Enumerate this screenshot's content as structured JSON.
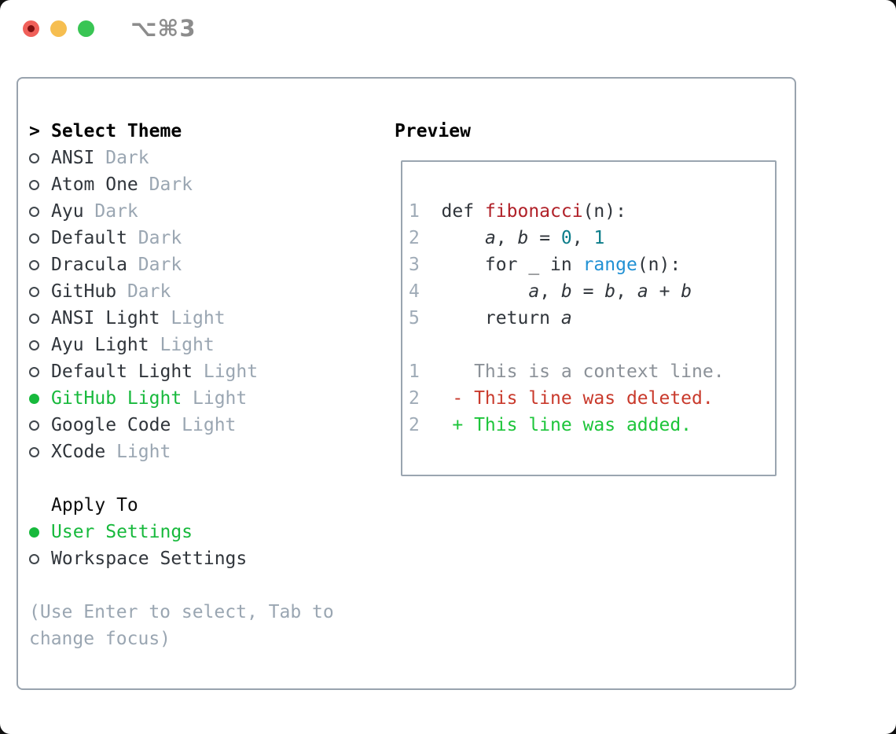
{
  "window": {
    "title": "⌥⌘3"
  },
  "theme_picker": {
    "heading_prefix": ">",
    "heading": "Select Theme",
    "items": [
      {
        "name": "ANSI",
        "variant": "Dark",
        "selected": false
      },
      {
        "name": "Atom One",
        "variant": "Dark",
        "selected": false
      },
      {
        "name": "Ayu",
        "variant": "Dark",
        "selected": false
      },
      {
        "name": "Default",
        "variant": "Dark",
        "selected": false
      },
      {
        "name": "Dracula",
        "variant": "Dark",
        "selected": false
      },
      {
        "name": "GitHub",
        "variant": "Dark",
        "selected": false
      },
      {
        "name": "ANSI Light",
        "variant": "Light",
        "selected": false
      },
      {
        "name": "Ayu Light",
        "variant": "Light",
        "selected": false
      },
      {
        "name": "Default Light",
        "variant": "Light",
        "selected": false
      },
      {
        "name": "GitHub Light",
        "variant": "Light",
        "selected": true
      },
      {
        "name": "Google Code",
        "variant": "Light",
        "selected": false
      },
      {
        "name": "XCode",
        "variant": "Light",
        "selected": false
      }
    ],
    "apply_to": {
      "heading": "Apply To",
      "options": [
        {
          "name": "User Settings",
          "selected": true
        },
        {
          "name": "Workspace Settings",
          "selected": false
        }
      ]
    },
    "help_text": "(Use Enter to select, Tab to change focus)"
  },
  "preview": {
    "heading": "Preview",
    "lines": [
      {
        "number": "1",
        "segments": [
          {
            "text": "  def ",
            "style": "fg"
          },
          {
            "text": "fibonacci",
            "style": "fn"
          },
          {
            "text": "(n):",
            "style": "fg"
          }
        ]
      },
      {
        "number": "2",
        "segments": [
          {
            "text": "      ",
            "style": "fg"
          },
          {
            "text": "a",
            "style": "var"
          },
          {
            "text": ", ",
            "style": "fg"
          },
          {
            "text": "b",
            "style": "var"
          },
          {
            "text": " = ",
            "style": "fg"
          },
          {
            "text": "0",
            "style": "num"
          },
          {
            "text": ", ",
            "style": "fg"
          },
          {
            "text": "1",
            "style": "num"
          }
        ]
      },
      {
        "number": "3",
        "segments": [
          {
            "text": "      for _ in ",
            "style": "fg"
          },
          {
            "text": "range",
            "style": "builtin"
          },
          {
            "text": "(n):",
            "style": "fg"
          }
        ]
      },
      {
        "number": "4",
        "segments": [
          {
            "text": "          ",
            "style": "fg"
          },
          {
            "text": "a",
            "style": "var"
          },
          {
            "text": ", ",
            "style": "fg"
          },
          {
            "text": "b",
            "style": "var"
          },
          {
            "text": " = ",
            "style": "fg"
          },
          {
            "text": "b",
            "style": "var"
          },
          {
            "text": ", ",
            "style": "fg"
          },
          {
            "text": "a",
            "style": "var"
          },
          {
            "text": " + ",
            "style": "fg"
          },
          {
            "text": "b",
            "style": "var"
          }
        ]
      },
      {
        "number": "5",
        "segments": [
          {
            "text": "      return ",
            "style": "fg"
          },
          {
            "text": "a",
            "style": "var"
          }
        ]
      },
      {
        "number": "",
        "segments": []
      },
      {
        "number": "1",
        "segments": [
          {
            "text": "     This is a context line.",
            "style": "ctx"
          }
        ]
      },
      {
        "number": "2",
        "segments": [
          {
            "text": "   - This line was deleted.",
            "style": "del"
          }
        ]
      },
      {
        "number": "2",
        "segments": [
          {
            "text": "   + This line was added.",
            "style": "add"
          }
        ]
      }
    ]
  },
  "colors": {
    "selection_green": "#17b93c",
    "function_red": "#b02028",
    "number_teal": "#0c7d8a",
    "builtin_blue": "#2191d4",
    "diff_deleted": "#c93a2c",
    "diff_added": "#1dc53a",
    "muted_gray": "#9aa6b2",
    "text_dark": "#30353b"
  }
}
